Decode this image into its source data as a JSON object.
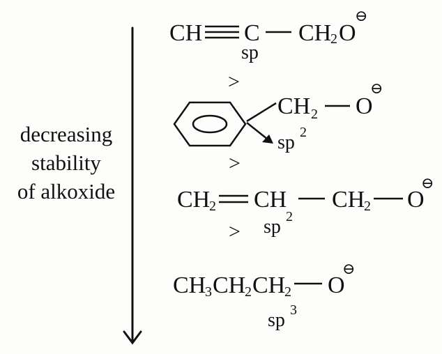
{
  "axis": {
    "label_lines": [
      "decreasing",
      "stability",
      "of alkoxide"
    ]
  },
  "comparison_symbol": ">",
  "compounds": [
    {
      "name": "propargyl-alkoxide",
      "part1": "CH",
      "part2": "C",
      "part3": "CH",
      "part3_sub": "2",
      "part4": "O",
      "charge": "⊖",
      "hybridization": "sp"
    },
    {
      "name": "benzyl-alkoxide",
      "part1": "CH",
      "part1_sub": "2",
      "part2": "O",
      "charge": "⊖",
      "hybridization": "sp",
      "hybridization_sup": "2"
    },
    {
      "name": "allyl-alkoxide",
      "part1": "CH",
      "part1_sub": "2",
      "part2": "CH",
      "part3": "CH",
      "part3_sub": "2",
      "part4": "O",
      "charge": "⊖",
      "hybridization": "sp",
      "hybridization_sup": "2"
    },
    {
      "name": "propyl-alkoxide",
      "p1": "CH",
      "s1": "3",
      "p2": "CH",
      "s2": "2",
      "p3": "CH",
      "s3": "2",
      "part4": "O",
      "charge": "⊖",
      "hybridization": "sp",
      "hybridization_sup": "3"
    }
  ]
}
